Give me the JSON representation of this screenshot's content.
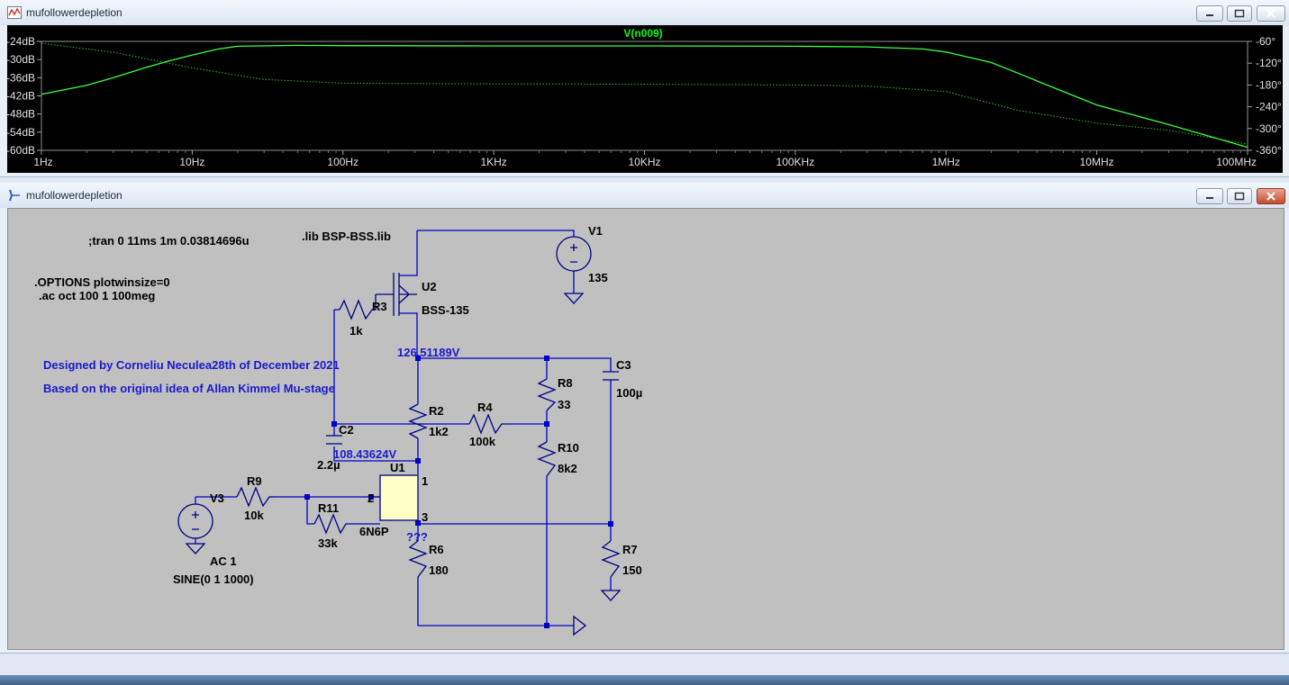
{
  "plot_window": {
    "title": "mufollowerdepletion",
    "trace_label": "V(n009)",
    "left_axis": [
      "-24dB",
      "-30dB",
      "-36dB",
      "-42dB",
      "-48dB",
      "-54dB",
      "-60dB"
    ],
    "right_axis": [
      "-60°",
      "-120°",
      "-180°",
      "-240°",
      "-300°",
      "-360°"
    ],
    "x_axis": [
      "1Hz",
      "10Hz",
      "100Hz",
      "1KHz",
      "10KHz",
      "100KHz",
      "1MHz",
      "10MHz",
      "100MHz"
    ]
  },
  "chart_data": {
    "type": "line",
    "xscale": "log",
    "xlim": [
      1,
      100000000
    ],
    "ylim": [
      -60,
      -24
    ],
    "y2lim": [
      -360,
      -60
    ],
    "series": [
      {
        "axis": "left",
        "style": "solid",
        "x": [
          1,
          2,
          3,
          5,
          7,
          10,
          15,
          20,
          50,
          100,
          1000,
          10000,
          100000,
          300000,
          700000,
          1000000,
          2000000,
          3000000,
          5000000,
          10000000,
          30000000,
          100000000
        ],
        "y": [
          -41.5,
          -38.5,
          -36,
          -32.5,
          -30.5,
          -28.5,
          -26.5,
          -25.6,
          -25.3,
          -25.4,
          -25.5,
          -25.5,
          -25.6,
          -25.8,
          -26.5,
          -27.5,
          -31,
          -34.5,
          -39,
          -45,
          -51.5,
          -59
        ]
      },
      {
        "axis": "right",
        "style": "dotted",
        "x": [
          1,
          3,
          10,
          30,
          100,
          1000,
          10000,
          100000,
          300000,
          1000000,
          3000000,
          10000000,
          30000000,
          100000000
        ],
        "y": [
          -65,
          -90,
          -133,
          -165,
          -175,
          -177,
          -178,
          -180,
          -183,
          -198,
          -250,
          -285,
          -305,
          -343
        ]
      }
    ]
  },
  "schematic_window": {
    "title": "mufollowerdepletion"
  },
  "schematic": {
    "directives": {
      "tran": ";tran 0 11ms 1m 0.03814696u",
      "lib": ".lib BSP-BSS.lib",
      "options": ".OPTIONS plotwinsize=0",
      "ac": ".ac oct 100 1 100meg"
    },
    "credits": {
      "line1": "Designed by Corneliu Neculea28th of December 2021",
      "line2": "Based on the original idea of Allan Kimmel Mu-stage"
    },
    "colors": {
      "wire": "#0000c8",
      "component": "#000084",
      "text": "#000000",
      "annotation": "#1a1acd",
      "tube_fill": "#ffffc8",
      "ground": "#000084"
    },
    "components": {
      "V1": {
        "name": "V1",
        "value": "135"
      },
      "U2": {
        "name": "U2",
        "value": "BSS-135"
      },
      "R3": {
        "name": "R3",
        "value": "1k"
      },
      "C3": {
        "name": "C3",
        "value": "100µ"
      },
      "R8": {
        "name": "R8",
        "value": "33"
      },
      "R2": {
        "name": "R2",
        "value": "1k2"
      },
      "R4": {
        "name": "R4",
        "value": "100k"
      },
      "C2": {
        "name": "C2",
        "value": "2.2µ"
      },
      "R10": {
        "name": "R10",
        "value": "8k2"
      },
      "U1": {
        "name": "U1",
        "value": "6N6P",
        "pin1": "1",
        "pin2": "2",
        "pin3": "3"
      },
      "R9": {
        "name": "R9",
        "value": "10k"
      },
      "V3": {
        "name": "V3",
        "value": "AC 1",
        "value2": "SINE(0 1 1000)"
      },
      "R11": {
        "name": "R11",
        "value": "33k"
      },
      "R6": {
        "name": "R6",
        "value": "180"
      },
      "R7": {
        "name": "R7",
        "value": "150"
      }
    },
    "voltages": {
      "n1": "126.51189V",
      "n2": "108.43624V",
      "n3": "???"
    }
  }
}
